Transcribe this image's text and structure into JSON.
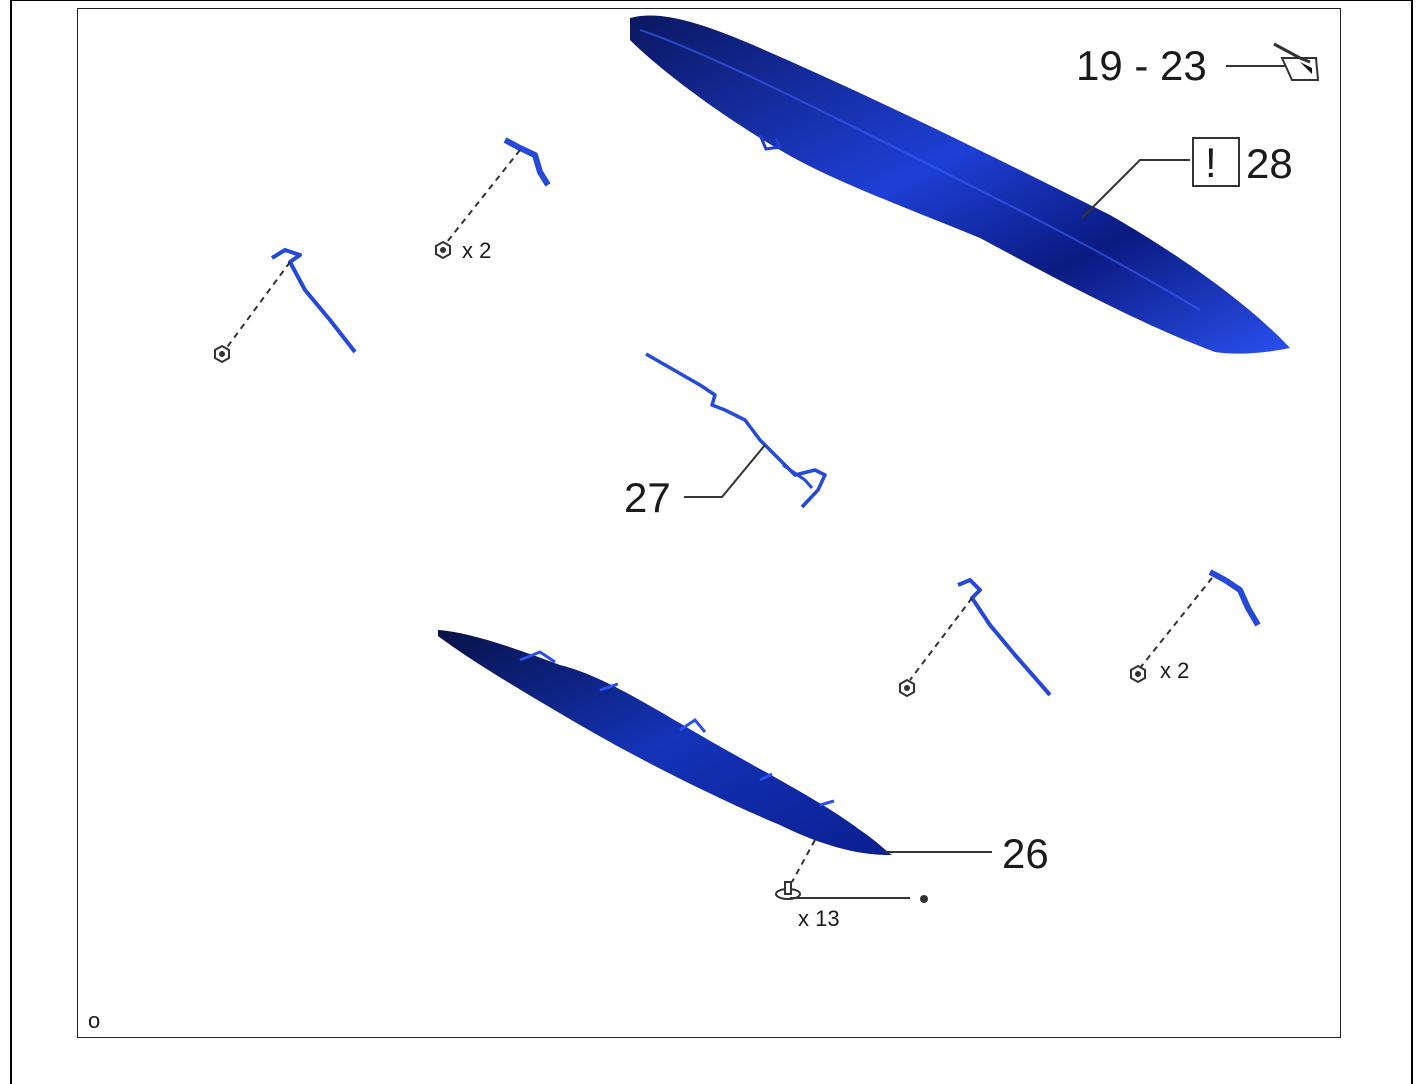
{
  "callouts": {
    "range": "19 - 23",
    "part_28": "28",
    "warning_mark": "!",
    "part_27": "27",
    "part_26": "26"
  },
  "quantities": {
    "upper_bracket_bolts": "x 2",
    "lower_bracket_bolts": "x 2",
    "clips": "x 13"
  },
  "corner_mark": "o",
  "colors": {
    "part_blue": "#1e3fd6",
    "part_dark": "#0b1a7a",
    "line": "#333333"
  }
}
